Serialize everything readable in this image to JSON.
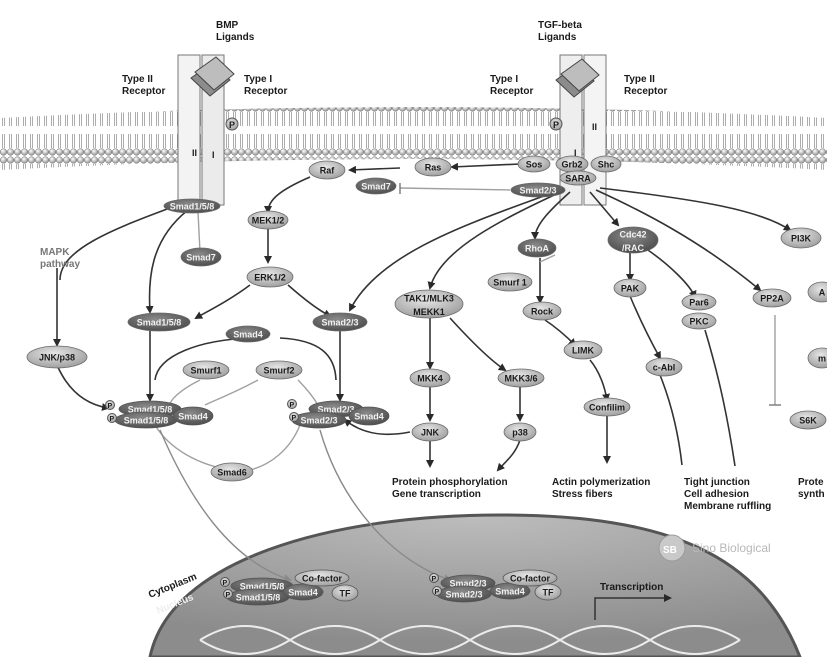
{
  "ligands": {
    "bmp_line1": "BMP",
    "bmp_line2": "Ligands",
    "tgf_line1": "TGF-beta",
    "tgf_line2": "Ligands"
  },
  "receptors": {
    "left_type2_a": "Type  II",
    "left_type2_b": "Receptor",
    "left_type1_a": "Type  I",
    "left_type1_b": "Receptor",
    "right_type1_a": "Type  I",
    "right_type1_b": "Receptor",
    "right_type2_a": "Type  II",
    "right_type2_b": "Receptor",
    "roman_ii": "II",
    "roman_i": "I",
    "phospho": "P"
  },
  "nodes": {
    "sos": "Sos",
    "grb2": "Grb2",
    "shc": "Shc",
    "sara": "SARA",
    "ras": "Ras",
    "raf": "Raf",
    "smad7_top": "Smad7",
    "smad23_sara": "Smad2/3",
    "smad158_rec": "Smad1/5/8",
    "smad7_left": "Smad7",
    "mek12": "MEK1/2",
    "erk12": "ERK1/2",
    "smad158_mid": "Smad1/5/8",
    "smad23_mid": "Smad2/3",
    "smad4": "Smad4",
    "smurf1": "Smurf1",
    "smurf2": "Smurf2",
    "smad6": "Smad6",
    "cx_left_a": "Smad1/5/8",
    "cx_left_b": "Smad1/5/8",
    "cx_left_c": "Smad4",
    "cx_right_a": "Smad2/3",
    "cx_right_b": "Smad2/3",
    "cx_right_c": "Smad4",
    "jnkp38": "JNK/p38",
    "mapk_a": "MAPK",
    "mapk_b": "pathway",
    "tak1_a": "TAK1/MLK3",
    "tak1_b": "MEKK1",
    "mkk4": "MKK4",
    "mkk36": "MKK3/6",
    "jnk": "JNK",
    "p38": "p38",
    "rhoa": "RhoA",
    "smurf1b": "Smurf 1",
    "rock": "Rock",
    "limk": "LIMK",
    "cofilin": "Confilim",
    "cdc42_a": "Cdc42",
    "cdc42_b": "/RAC",
    "pak": "PAK",
    "cabl": "c-Abl",
    "par6": "Par6",
    "pkc": "PKC",
    "pp2a": "PP2A",
    "pi3k": "PI3K",
    "akt_partial": "A",
    "m_partial": "m",
    "s6k": "S6K"
  },
  "outputs": {
    "prot_a": "Protein phosphorylation",
    "prot_b": "Gene transcription",
    "actin_a": "Actin polymerization",
    "actin_b": "Stress fibers",
    "tight_a": "Tight junction",
    "tight_b": "Cell adhesion",
    "tight_c": "Membrane ruffling",
    "prote_a": "Prote",
    "prote_b": "synth"
  },
  "nucleus": {
    "cytoplasm": "Cytoplasm",
    "nucleus": "Nucleus",
    "l_smad158_a": "Smad1/5/8",
    "l_smad158_b": "Smad1/5/8",
    "l_cofactor": "Co-factor",
    "l_smad4": "Smad4",
    "l_tf": "TF",
    "r_smad23_a": "Smad2/3",
    "r_smad23_b": "Smad2/3",
    "r_cofactor": "Co-factor",
    "r_smad4": "Smad4",
    "r_tf": "TF",
    "transcription": "Transcription"
  },
  "brand": {
    "logo_letters": "SB",
    "name": "Sino Biological"
  }
}
